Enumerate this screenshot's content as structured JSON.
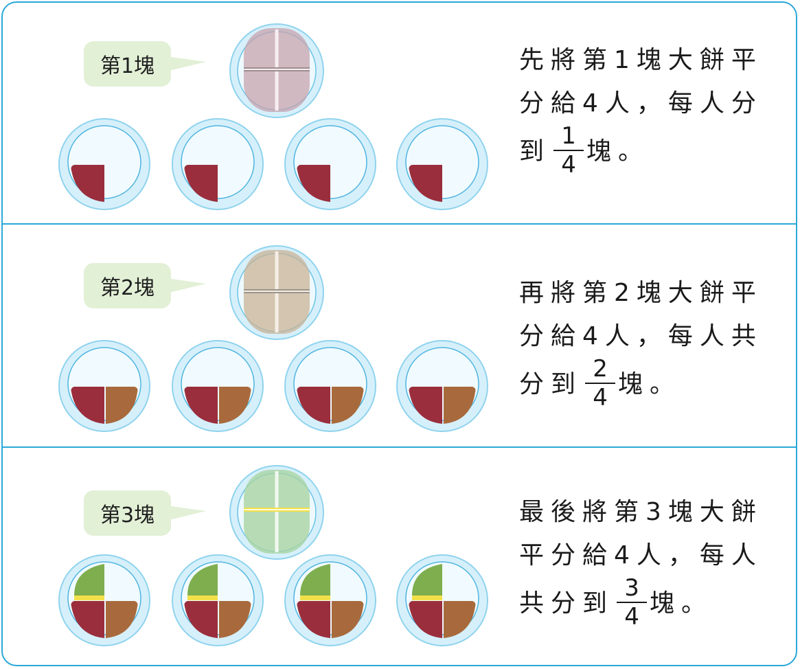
{
  "rows": [
    {
      "label": "第1塊",
      "line1": "先將第1塊大餅平",
      "line2": "分給4人，每人分",
      "line3_prefix": "到",
      "numerator": "1",
      "denominator": "4",
      "suffix": "塊。"
    },
    {
      "label": "第2塊",
      "line1": "再將第2塊大餅平",
      "line2": "分給4人，每人共",
      "line3_prefix": "分到",
      "numerator": "2",
      "denominator": "4",
      "suffix": "塊。"
    },
    {
      "label": "第3塊",
      "line1": "最後將第3塊大餅",
      "line2": "平分給4人，每人",
      "line3_prefix": "共分到",
      "numerator": "3",
      "denominator": "4",
      "suffix": "塊。"
    }
  ],
  "colors": {
    "border": "#2aa7d8",
    "bubble": "#e2f0d6",
    "plate_rim": "#8fd3ee",
    "cake_red": "#9a2e3d",
    "cake_brown": "#a86a3c",
    "cake_green": "#7fae4e",
    "filling_yellow": "#f2e04a"
  }
}
